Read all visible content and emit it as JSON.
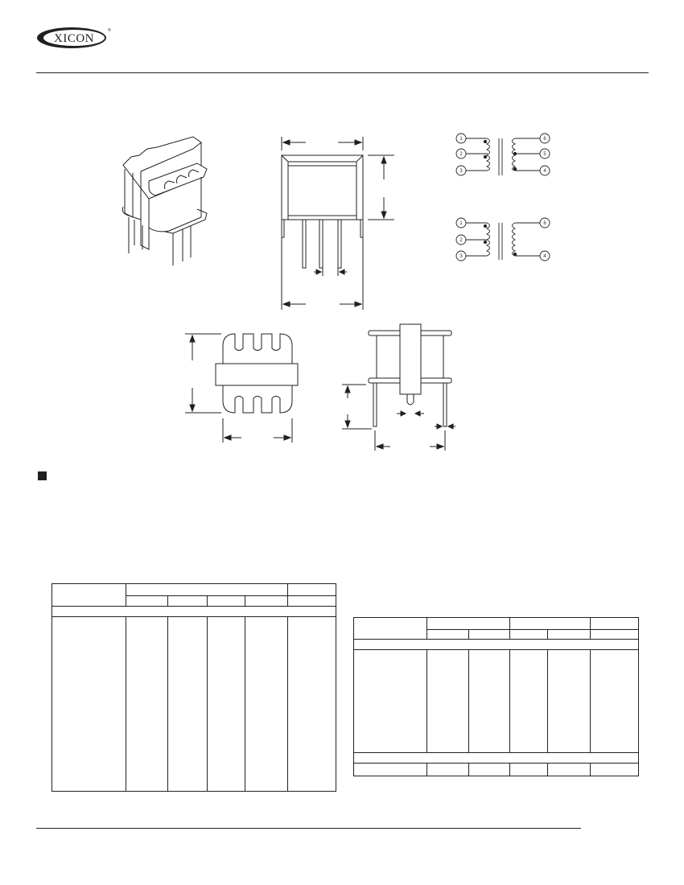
{
  "header": {
    "logo": {
      "text": "XICON",
      "registered_mark": "®"
    }
  },
  "schematics": {
    "three_winding": {
      "primary_pins": [
        "1",
        "2",
        "3"
      ],
      "secondary_pins": [
        "6",
        "5",
        "4"
      ]
    },
    "two_winding": {
      "primary_pins": [
        "1",
        "2",
        "3"
      ],
      "secondary_pins": [
        "6",
        "4"
      ]
    }
  },
  "colors": {
    "ink": "#231f20",
    "background": "#ffffff"
  }
}
